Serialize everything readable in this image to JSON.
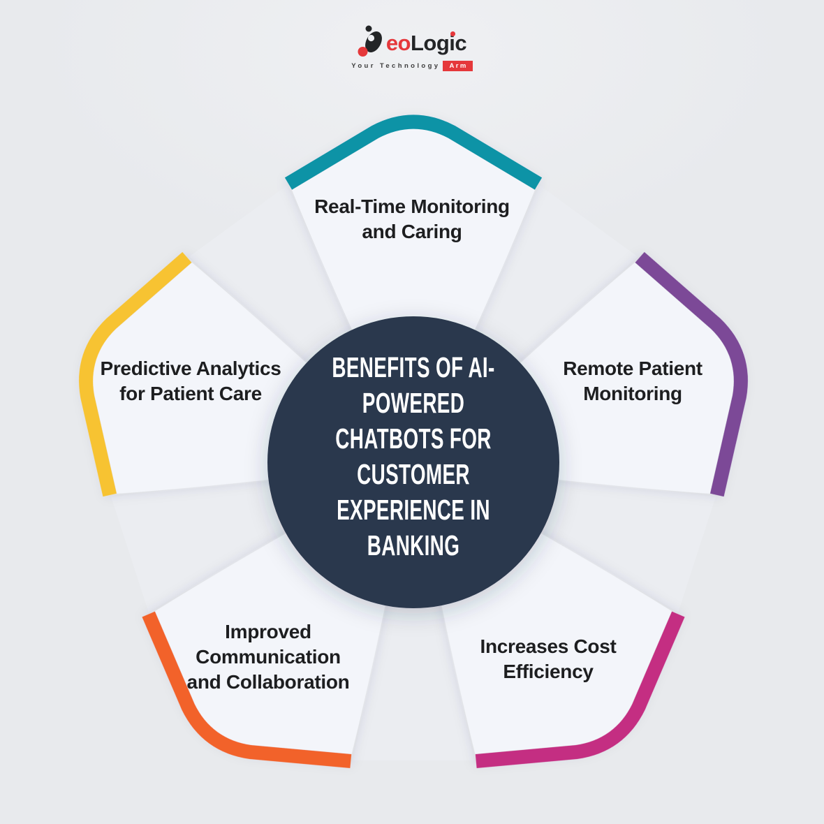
{
  "brand": {
    "logo_text_red": "eo",
    "logo_text_dark": "Logic",
    "tagline": "Your Technology",
    "tagline_badge": "Arm",
    "logo_red": "#E5383B",
    "logo_dark": "#232527"
  },
  "center": {
    "title_lines": [
      "BENEFITS OF AI-POWERED",
      "CHATBOTS FOR CUSTOMER",
      "EXPERIENCE IN BANKING"
    ],
    "fill": "#2C384E",
    "text_color": "#FFFFFF"
  },
  "petals": [
    {
      "id": "real-time-monitoring-and-caring",
      "position": "top",
      "accent": "#0E93A6",
      "label_lines": [
        "Real-Time Monitoring",
        "and Caring"
      ]
    },
    {
      "id": "remote-patient-monitoring",
      "position": "right",
      "accent": "#7B4897",
      "label_lines": [
        "Remote Patient",
        "Monitoring"
      ]
    },
    {
      "id": "increases-cost-efficiency",
      "position": "bottom-right",
      "accent": "#C42F82",
      "label_lines": [
        "Increases Cost",
        "Efficiency"
      ]
    },
    {
      "id": "improved-communication-and-collaboration",
      "position": "bottom-left",
      "accent": "#F2622C",
      "label_lines": [
        "Improved",
        "Communication",
        "and Collaboration"
      ]
    },
    {
      "id": "predictive-analytics-for-patient-care",
      "position": "left",
      "accent": "#F7C331",
      "label_lines": [
        "Predictive Analytics",
        "for Patient Care"
      ]
    }
  ],
  "colors": {
    "background": "#E8EAED",
    "petal_fill": "#F3F5FA",
    "wedge_fill": "#EBEDF1",
    "label_text": "#1D1E20"
  }
}
